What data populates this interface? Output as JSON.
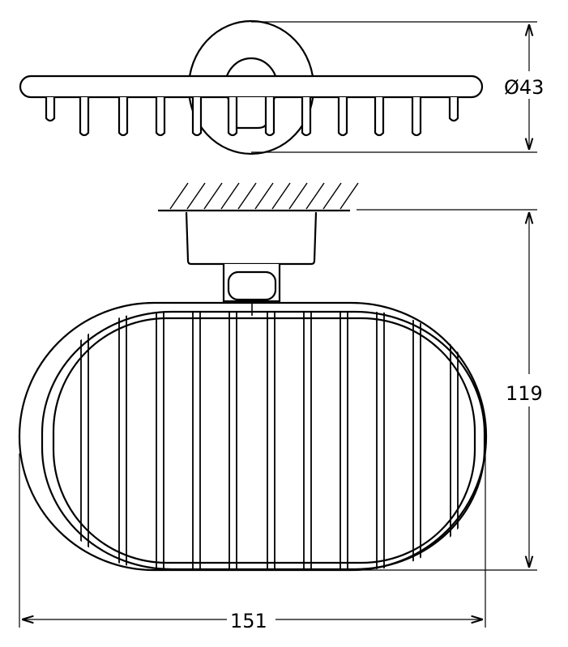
{
  "dimensions": {
    "diameter_label": "Ø43",
    "height_label": "119",
    "width_label": "151"
  },
  "colors": {
    "line": "#000000",
    "background": "#ffffff"
  },
  "icons": {
    "wall_hatch": "diagonal-hatch"
  }
}
